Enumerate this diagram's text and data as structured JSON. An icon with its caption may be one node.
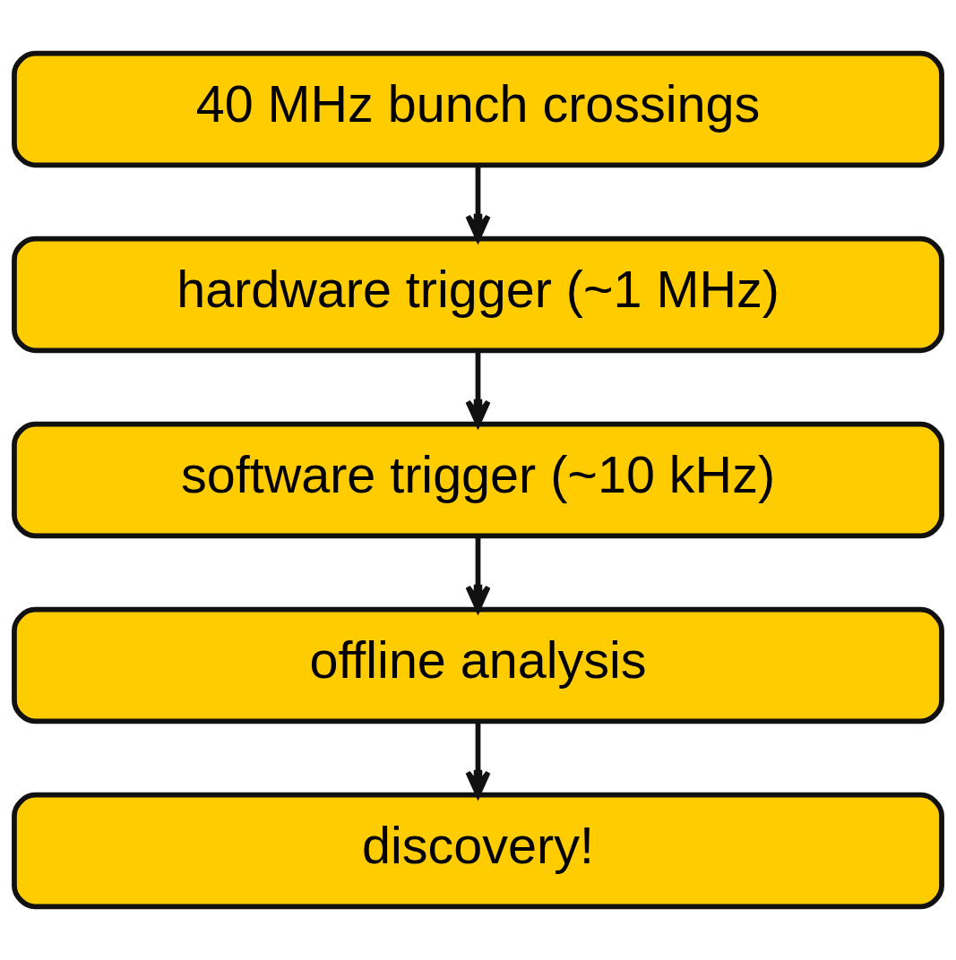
{
  "diagram": {
    "nodes": [
      {
        "text": [
          "40 MHz bunch crossings"
        ]
      },
      {
        "text": [
          "hardware trigger (~1 MHz)"
        ]
      },
      {
        "text": [
          "software trigger (~10 kHz)"
        ]
      },
      {
        "text": [
          "offline analysis"
        ]
      },
      {
        "text": [
          "discovery!"
        ]
      }
    ],
    "edges": [
      {
        "from": 0,
        "to": 1,
        "arrow": "to"
      },
      {
        "from": 1,
        "to": 2,
        "arrow": "to"
      },
      {
        "from": 2,
        "to": 3,
        "arrow": "to"
      },
      {
        "from": 3,
        "to": 4,
        "arrow": "to"
      }
    ]
  }
}
